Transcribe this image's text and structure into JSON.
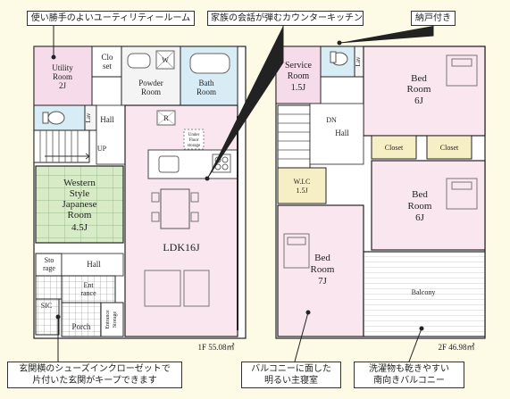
{
  "callouts": {
    "utility": "使い勝手のよいユーティリティールーム",
    "counter": "家族の会話が弾むカウンターキッチン",
    "storage": "納戸付き",
    "entrance_line1": "玄関横のシューズインクローゼットで",
    "entrance_line2": "片付いた玄関がキープできます",
    "balcony_room_line1": "バルコニーに面した",
    "balcony_room_line2": "明るい主寝室",
    "south_line1": "洗濯物も乾きやすい",
    "south_line2": "南向きバルコニー"
  },
  "floor1": {
    "area": "1F 55.08㎡",
    "rooms": {
      "utility_l1": "Utility",
      "utility_l2": "Room",
      "utility_l3": "2J",
      "closet_l1": "Clo",
      "closet_l2": "set",
      "powder_l1": "Powder",
      "powder_l2": "Room",
      "bath_l1": "Bath",
      "bath_l2": "Room",
      "hall": "Hall",
      "lav": "Lav",
      "up": "UP",
      "fridge": "R",
      "underfloor_l1": "Under",
      "underfloor_l2": "Floor",
      "underfloor_l3": "storage",
      "japanese_l1": "Western",
      "japanese_l2": "Style",
      "japanese_l3": "Japanese",
      "japanese_l4": "Room",
      "japanese_l5": "4.5J",
      "ldk": "LDK16J",
      "storage_l1": "Sto",
      "storage_l2": "rage",
      "hall2": "Hall",
      "entrance_l1": "Ent",
      "entrance_l2": "rance",
      "sic": "SIC",
      "porch": "Porch",
      "entrance_storage_l1": "Entrance",
      "entrance_storage_l2": "Storage",
      "w": "W"
    }
  },
  "floor2": {
    "area": "2F 46.98㎡",
    "rooms": {
      "service_l1": "Service",
      "service_l2": "Room",
      "service_l3": "1.5J",
      "lav": "Lav",
      "bed1_l1": "Bed",
      "bed1_l2": "Room",
      "bed1_l3": "6J",
      "dn": "DN",
      "hall": "Hall",
      "closet1": "Closet",
      "closet2": "Closet",
      "wic_l1": "W.I.C",
      "wic_l2": "1.5J",
      "bed2_l1": "Bed",
      "bed2_l2": "Room",
      "bed2_l3": "6J",
      "bed3_l1": "Bed",
      "bed3_l2": "Room",
      "bed3_l3": "7J",
      "balcony": "Balcony"
    }
  }
}
